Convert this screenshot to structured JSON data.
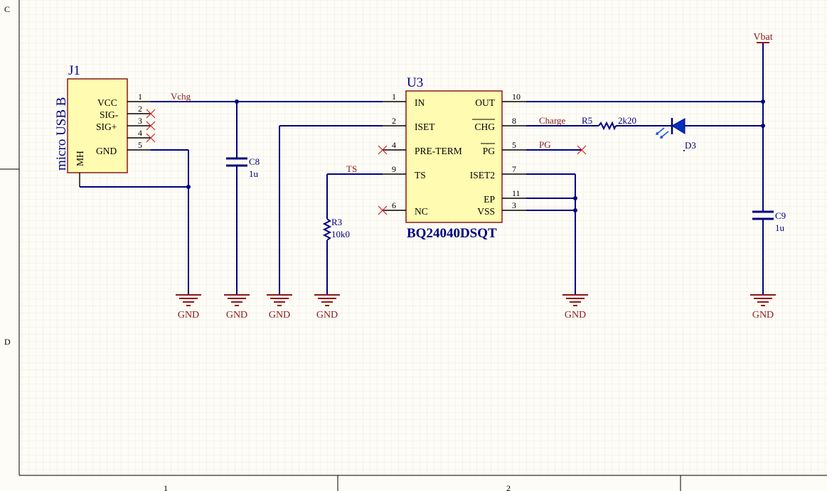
{
  "border": {
    "zones_left": [
      "C",
      "D"
    ],
    "zones_bottom": [
      "1",
      "2"
    ]
  },
  "j1": {
    "designator": "J1",
    "comment": "micro USB B",
    "pins": [
      {
        "num": "1",
        "name": "VCC"
      },
      {
        "num": "2",
        "name": "SIG-"
      },
      {
        "num": "3",
        "name": "SIG+"
      },
      {
        "num": "4",
        "name": ""
      },
      {
        "num": "5",
        "name": "GND"
      }
    ],
    "mh_label": "MH"
  },
  "u3": {
    "designator": "U3",
    "comment": "BQ24040DSQT",
    "left_pins": [
      {
        "num": "1",
        "name": "IN"
      },
      {
        "num": "2",
        "name": "ISET"
      },
      {
        "num": "4",
        "name": "PRE-TERM"
      },
      {
        "num": "9",
        "name": "TS"
      },
      {
        "num": "6",
        "name": "NC"
      }
    ],
    "right_pins": [
      {
        "num": "10",
        "name": "OUT"
      },
      {
        "num": "8",
        "name": "CHG"
      },
      {
        "num": "5",
        "name": "PG"
      },
      {
        "num": "7",
        "name": "ISET2"
      },
      {
        "num": "11",
        "name": "EP"
      },
      {
        "num": "3",
        "name": "VSS"
      }
    ]
  },
  "nets": {
    "vchg": "Vchg",
    "charge": "Charge",
    "pg": "PG",
    "ts": "TS"
  },
  "components": {
    "c8": {
      "designator": "C8",
      "value": "1u"
    },
    "c9": {
      "designator": "C9",
      "value": "1u"
    },
    "r3": {
      "designator": "R3",
      "value": "10k0"
    },
    "r5": {
      "designator": "R5",
      "value": "2k20"
    },
    "d3": {
      "designator": "D3"
    }
  },
  "power": {
    "vbat": "Vbat",
    "gnd": "GND"
  },
  "colors": {
    "wire": "#000080",
    "power_port": "#8b1a1a",
    "component_body": "#fffbb0",
    "body_outline": "#8b1a1a",
    "no_connect": "#d02020",
    "grid": "#ecebe2",
    "background": "#fdfcf6"
  }
}
